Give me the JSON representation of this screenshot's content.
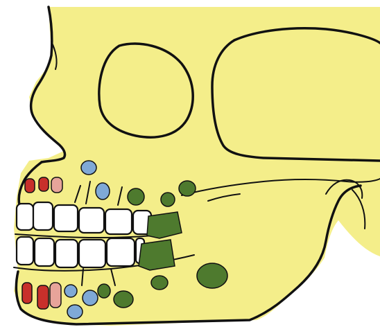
{
  "figure": {
    "subject": "skull-lateral-view-dentition",
    "colors": {
      "background": "#ffffff",
      "bone": "#F4EE8A",
      "outline": "#111111",
      "erupted_tooth": "#FFFFFF",
      "tooth_bud_molar": "#4E7A2E",
      "tooth_bud_premolar": "#7FA9D6",
      "tooth_bud_incisor": "#C8302B",
      "tooth_bud_canine": "#E7A49A"
    },
    "groups": {
      "upper_erupted_teeth": 6,
      "lower_erupted_teeth": 6,
      "upper_developing_incisors": 3,
      "lower_developing_incisors": 3,
      "premolar_buds": 5,
      "molar_buds": 9
    }
  }
}
